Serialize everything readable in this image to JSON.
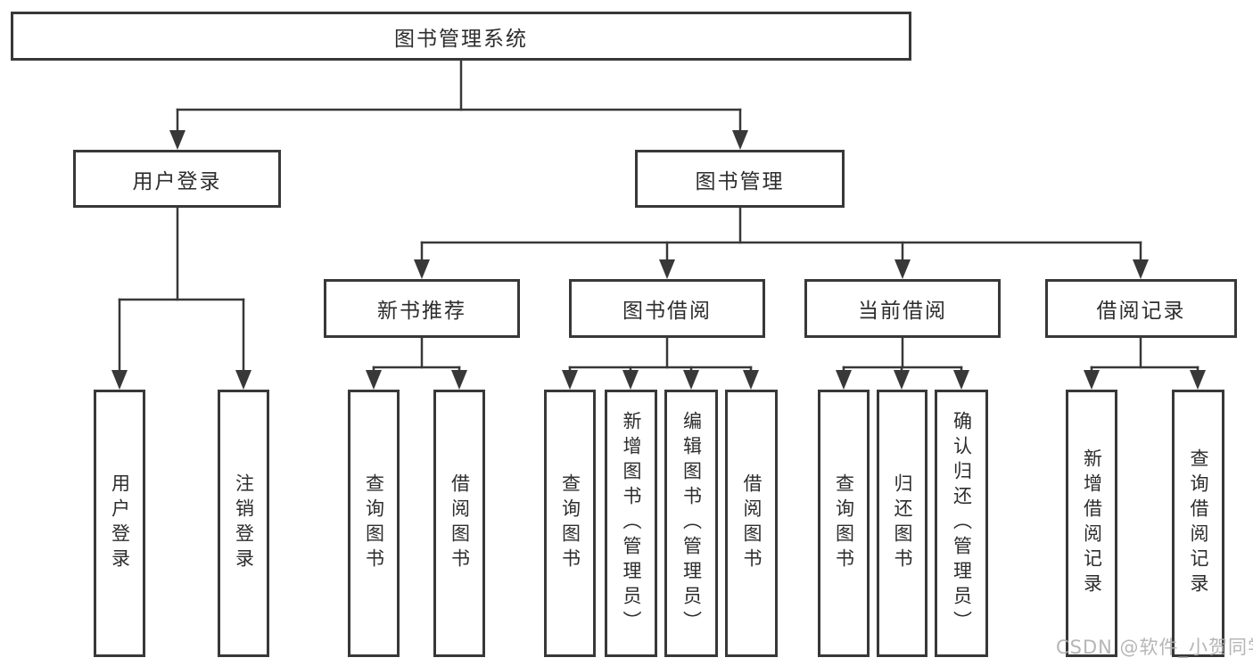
{
  "diagram": {
    "root": {
      "label": "图书管理系统"
    },
    "branches": [
      {
        "label": "用户登录",
        "children": [
          {
            "label": "用户登录"
          },
          {
            "label": "注销登录"
          }
        ]
      },
      {
        "label": "图书管理",
        "children": [
          {
            "label": "新书推荐",
            "children": [
              {
                "label": "查询图书"
              },
              {
                "label": "借阅图书"
              }
            ]
          },
          {
            "label": "图书借阅",
            "children": [
              {
                "label": "查询图书"
              },
              {
                "label": "新增图书（管理员）"
              },
              {
                "label": "编辑图书（管理员）"
              },
              {
                "label": "借阅图书"
              }
            ]
          },
          {
            "label": "当前借阅",
            "children": [
              {
                "label": "查询图书"
              },
              {
                "label": "归还图书"
              },
              {
                "label": "确认归还（管理员）"
              }
            ]
          },
          {
            "label": "借阅记录",
            "children": [
              {
                "label": "新增借阅记录"
              },
              {
                "label": "查询借阅记录"
              }
            ]
          }
        ]
      }
    ]
  },
  "watermark": "CSDN @软件_小贺同学",
  "colors": {
    "line": "#383838",
    "box_border": "#383838",
    "text": "#2d2d2d",
    "watermark": "#b2b2b2",
    "background": "#ffffff"
  }
}
